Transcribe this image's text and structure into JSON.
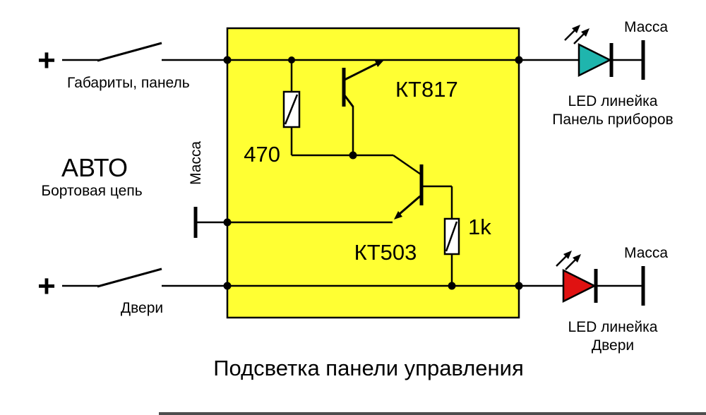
{
  "title": {
    "text": "Подсветка панели управления"
  },
  "colors": {
    "box_fill": "#FFFF33",
    "wire": "#000000",
    "plus": "#DD0000",
    "led_panel": "#1FB5AD",
    "led_doors": "#E01212",
    "title_text": "#4545DD"
  },
  "power": {
    "plus_top": "+",
    "plus_bottom": "+",
    "switch_top_label": "Габариты, панель",
    "switch_bottom_label": "Двери",
    "source_name": "АВТО",
    "source_desc": "Бортовая цепь",
    "ground_label": "Масса"
  },
  "components": {
    "transistor_top": "КТ817",
    "transistor_bottom": "КТ503",
    "resistor_top": "470",
    "resistor_bottom": "1k"
  },
  "outputs": {
    "panel": {
      "ground_label": "Масса",
      "caption_line1": "LED линейка",
      "caption_line2": "Панель приборов"
    },
    "doors": {
      "ground_label": "Масса",
      "caption_line1": "LED линейка",
      "caption_line2": "Двери"
    }
  }
}
